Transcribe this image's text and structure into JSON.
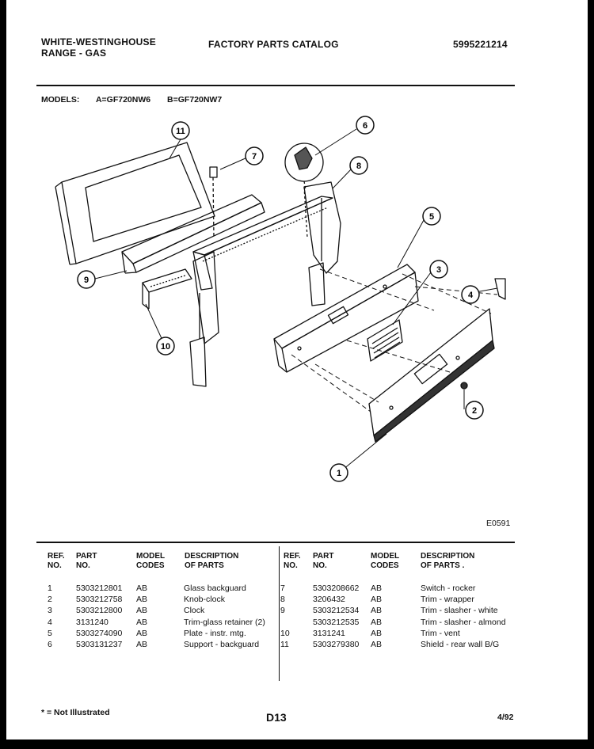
{
  "header": {
    "brand_line1": "WHITE-WESTINGHOUSE",
    "brand_line2": "RANGE - GAS",
    "catalog_title": "FACTORY PARTS CATALOG",
    "catalog_number": "5995221214"
  },
  "models": {
    "label": "MODELS:",
    "model_a": "A=GF720NW6",
    "model_b": "B=GF720NW7"
  },
  "diagram": {
    "callouts": [
      "1",
      "2",
      "3",
      "4",
      "5",
      "6",
      "7",
      "8",
      "9",
      "10",
      "11"
    ],
    "drawing_code": "E0591"
  },
  "table": {
    "left_headers": {
      "ref": [
        "REF.",
        "NO."
      ],
      "part": [
        "PART",
        "NO."
      ],
      "model": [
        "MODEL",
        "CODES"
      ],
      "desc": [
        "DESCRIPTION",
        "OF PARTS"
      ]
    },
    "right_headers": {
      "ref": [
        "REF.",
        "NO."
      ],
      "part": [
        "PART",
        "NO."
      ],
      "model": [
        "MODEL",
        "CODES"
      ],
      "desc": [
        "DESCRIPTION",
        "OF PARTS ."
      ]
    },
    "left_rows": [
      {
        "ref": "1",
        "part": "5303212801",
        "codes": "AB",
        "desc": "Glass backguard"
      },
      {
        "ref": "2",
        "part": "5303212758",
        "codes": "AB",
        "desc": "Knob-clock"
      },
      {
        "ref": "3",
        "part": "5303212800",
        "codes": "AB",
        "desc": "Clock"
      },
      {
        "ref": "4",
        "part": "3131240",
        "codes": "AB",
        "desc": "Trim-glass retainer (2)"
      },
      {
        "ref": "5",
        "part": "5303274090",
        "codes": "AB",
        "desc": "Plate - instr. mtg."
      },
      {
        "ref": "6",
        "part": "5303131237",
        "codes": "AB",
        "desc": "Support - backguard"
      }
    ],
    "right_rows": [
      {
        "ref": "7",
        "part": "5303208662",
        "codes": "AB",
        "desc": "Switch - rocker"
      },
      {
        "ref": "8",
        "part": "3206432",
        "codes": "AB",
        "desc": "Trim - wrapper"
      },
      {
        "ref": "9",
        "part": "5303212534",
        "codes": "AB",
        "desc": "Trim - slasher - white"
      },
      {
        "ref": "",
        "part": "5303212535",
        "codes": "AB",
        "desc": "Trim - slasher - almond"
      },
      {
        "ref": "10",
        "part": "3131241",
        "codes": "AB",
        "desc": "Trim - vent"
      },
      {
        "ref": "11",
        "part": "5303279380",
        "codes": "AB",
        "desc": "Shield - rear wall B/G"
      }
    ]
  },
  "footer": {
    "note": "* = Not Illustrated",
    "page": "D13",
    "date": "4/92"
  }
}
